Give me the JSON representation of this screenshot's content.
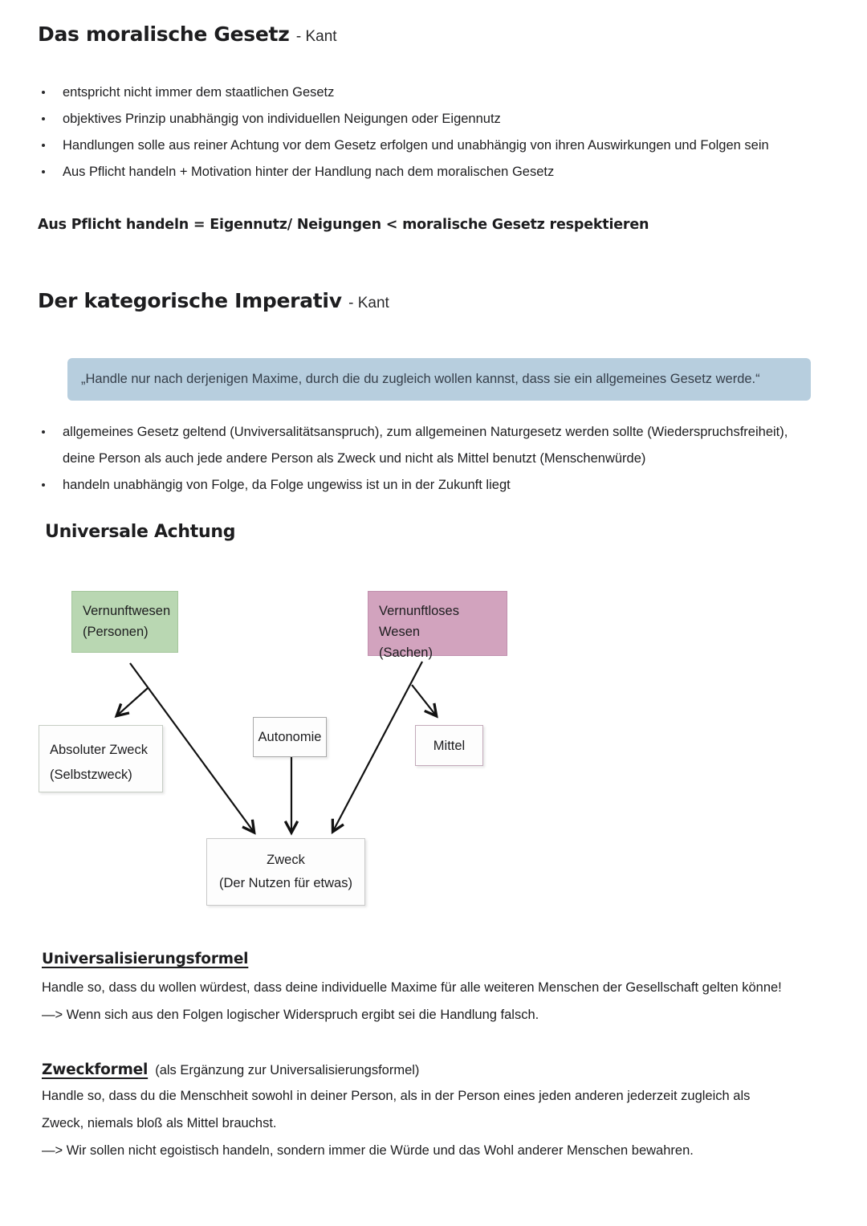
{
  "colors": {
    "highlight_blue": "#b7cede",
    "node_green": "#b9d7b2",
    "node_pink": "#d2a3be",
    "text": "#1d1d1f"
  },
  "section_moral_law": {
    "title": "Das moralische Gesetz",
    "title_suffix": "- Kant",
    "bullets": [
      "entspricht nicht immer dem staatlichen Gesetz",
      "objektives Prinzip unabhängig von individuellen Neigungen oder Eigennutz",
      "Handlungen solle aus reiner Achtung vor dem Gesetz erfolgen und unabhängig von ihren Auswirkungen und Folgen sein",
      "Aus Pflicht handeln + Motivation hinter der Handlung nach dem moralischen Gesetz"
    ],
    "formula_line": "Aus Pflicht handeln = Eigennutz/ Neigungen < moralische Gesetz respektieren"
  },
  "section_imperative": {
    "title": "Der kategorische Imperativ",
    "title_suffix": "- Kant",
    "quote": "„Handle nur nach derjenigen Maxime, durch die du zugleich wollen kannst, dass sie ein allgemeines Gesetz werde.“",
    "bullet1_line1": "allgemeines Gesetz geltend (Unviversalitätsanspruch), zum allgemeinen Naturgesetz werden sollte (Wiederspruchsfreiheit),",
    "bullet1_line2": "deine Person als auch jede andere Person als Zweck und nicht als Mittel benutzt (Menschenwürde)",
    "bullet2": "handeln unabhängig von Folge, da Folge ungewiss ist un in der Zukunft liegt"
  },
  "section_achtung": {
    "title": "Universale Achtung",
    "diagram": {
      "vernunftwesen_line1": "Vernunftwesen",
      "vernunftwesen_line2": "(Personen)",
      "vernunftloses_line1": "Vernunftloses Wesen",
      "vernunftloses_line2": "(Sachen)",
      "absoluter_zweck_line1": "Absoluter Zweck",
      "absoluter_zweck_line2": "(Selbstzweck)",
      "autonomie": "Autonomie",
      "mittel": "Mittel",
      "zweck_line1": "Zweck",
      "zweck_line2": "(Der Nutzen für etwas)"
    }
  },
  "section_universalisierung": {
    "heading": "Universalisierungsformel",
    "body": "Handle so, dass du wollen würdest, dass deine individuelle Maxime für alle weiteren Menschen der Gesellschaft gelten könne!",
    "conclusion": "—> Wenn sich aus den Folgen logischer Widerspruch ergibt sei die Handlung falsch."
  },
  "section_zweckformel": {
    "heading": "Zweckformel",
    "heading_suffix": "(als Ergänzung zur Universalisierungsformel)",
    "body_line1": "Handle so, dass du die Menschheit sowohl in deiner Person, als in der Person eines jeden anderen jederzeit zugleich als",
    "body_line2": "Zweck, niemals bloß als Mittel brauchst.",
    "conclusion": "—> Wir sollen nicht egoistisch handeln, sondern immer die Würde und das Wohl anderer Menschen bewahren."
  }
}
